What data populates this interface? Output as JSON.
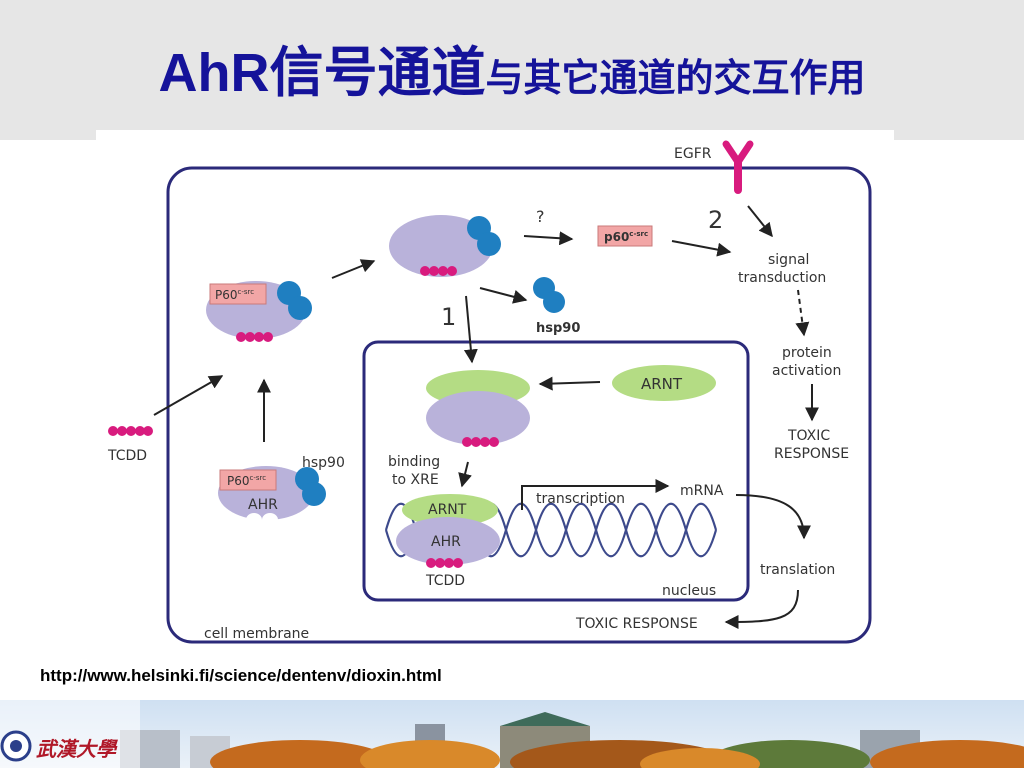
{
  "slide": {
    "title_main": "AhR信号通道",
    "title_sub": "与其它通道的交互作用",
    "source_url": "http://www.helsinki.fi/science/dentenv/dioxin.html",
    "footer_logo_text": "武漢大學"
  },
  "diagram": {
    "egfr": "EGFR",
    "question": "?",
    "path_1": "1",
    "path_2": "2",
    "p60_main": "P60",
    "p60_sup": "c-src",
    "p60_right": "p60",
    "hsp90_bold": "hsp90",
    "hsp90": "hsp90",
    "ahr": "AHR",
    "tcdd_left": "TCDD",
    "tcdd_nucleus": "TCDD",
    "arnt_free": "ARNT",
    "arnt_bound": "ARNT",
    "ahr_bound": "AHR",
    "binding": "binding",
    "to_xre": "to XRE",
    "transcription": "transcription",
    "mrna": "mRNA",
    "translation": "translation",
    "toxic_response_bottom": "TOXIC RESPONSE",
    "signal": "signal",
    "transduction": "transduction",
    "protein": "protein",
    "activation": "activation",
    "toxic": "TOXIC",
    "response": "RESPONSE",
    "nucleus": "nucleus",
    "cell_membrane": "cell membrane"
  },
  "colors": {
    "title": "#15139a",
    "membrane": "#2b2a7a",
    "ahr_protein": "#b9b2da",
    "hsp90_protein": "#1f7fc1",
    "tcdd_ligand": "#d81b7e",
    "arnt_protein": "#b4dc84",
    "p60_box": "#f2a6a6",
    "egfr_receptor": "#d81b7e",
    "dna": "#3d4a8c"
  }
}
